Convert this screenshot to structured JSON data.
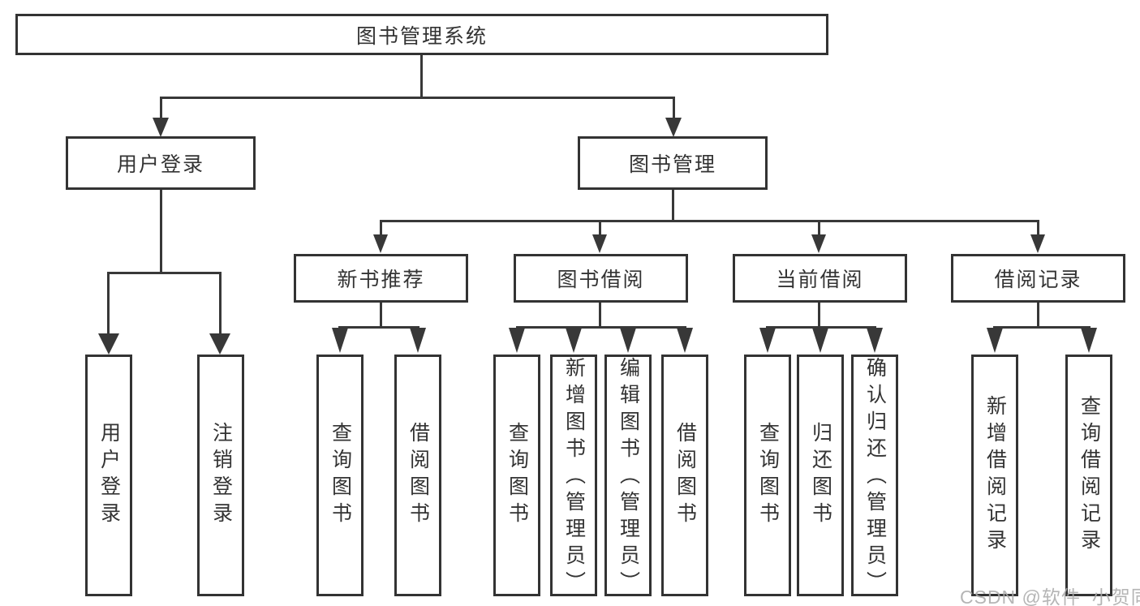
{
  "tree": {
    "root": {
      "label": "图书管理系统"
    },
    "branches": [
      {
        "label": "用户登录",
        "children": [
          {
            "label": "用户登录"
          },
          {
            "label": "注销登录"
          }
        ]
      },
      {
        "label": "图书管理",
        "children": [
          {
            "label": "新书推荐",
            "children": [
              {
                "label": "查询图书"
              },
              {
                "label": "借阅图书"
              }
            ]
          },
          {
            "label": "图书借阅",
            "children": [
              {
                "label": "查询图书"
              },
              {
                "label": "新增图书（管理员）"
              },
              {
                "label": "编辑图书（管理员）"
              },
              {
                "label": "借阅图书"
              }
            ]
          },
          {
            "label": "当前借阅",
            "children": [
              {
                "label": "查询图书"
              },
              {
                "label": "归还图书"
              },
              {
                "label": "确认归还（管理员）"
              }
            ]
          },
          {
            "label": "借阅记录",
            "children": [
              {
                "label": "新增借阅记录"
              },
              {
                "label": "查询借阅记录"
              }
            ]
          }
        ]
      }
    ]
  },
  "watermark": "CSDN @软件_小贺同学",
  "colors": {
    "line": "#383838",
    "border": "#333333",
    "text": "#333333",
    "background": "#ffffff",
    "watermark": "#ababab"
  }
}
